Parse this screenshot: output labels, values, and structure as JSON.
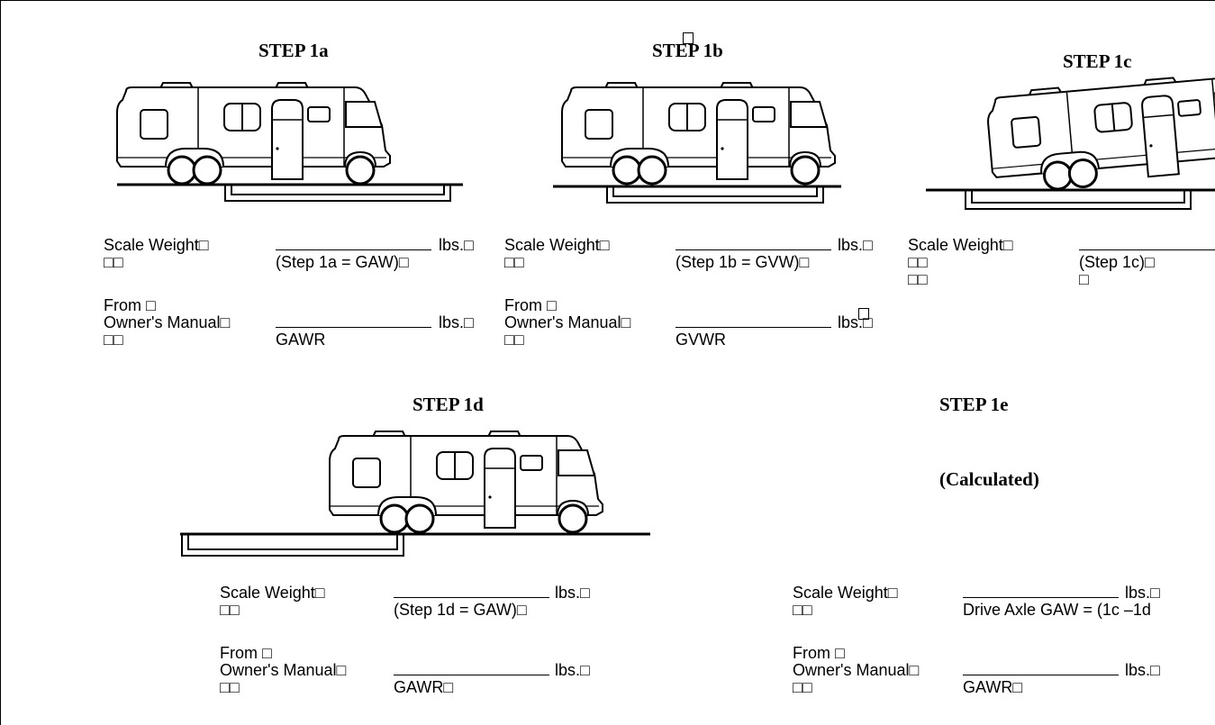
{
  "steps": {
    "s1a": {
      "title": "STEP 1a",
      "row1_label": "Scale Weight□",
      "row1_unit": "lbs.□",
      "row1_marks": "□□",
      "row1_note": "(Step 1a = GAW)□",
      "from_label": "From □",
      "manual_label": "Owner's Manual□",
      "row2_unit": "lbs.□",
      "row2_marks": "□□",
      "row2_note": "GAWR"
    },
    "s1b": {
      "title": "STEP 1b",
      "row1_label": "Scale Weight□",
      "row1_unit": "lbs.□",
      "row1_marks": "□□",
      "row1_note": "(Step 1b = GVW)□",
      "from_label": "From □",
      "manual_label": "Owner's Manual□",
      "row2_unit": "lbs.□",
      "row2_marks": "□□",
      "row2_note": "GVWR"
    },
    "s1c": {
      "title": "STEP 1c",
      "row1_label": "Scale Weight□",
      "row1_marks": "□□",
      "row1_note": "(Step 1c)□",
      "extra_marks": "□□",
      "extra_note": "□"
    },
    "s1d": {
      "title": "STEP 1d",
      "row1_label": "Scale Weight□",
      "row1_unit": "lbs.□",
      "row1_marks": "□□",
      "row1_note": "(Step 1d = GAW)□",
      "from_label": "From □",
      "manual_label": "Owner's Manual□",
      "row2_unit": "lbs.□",
      "row2_marks": "□□",
      "row2_note": "GAWR□"
    },
    "s1e": {
      "title": "STEP 1e",
      "subtitle": "(Calculated)",
      "row1_label": "Scale Weight□",
      "row1_unit": "lbs.□",
      "row1_marks": "□□",
      "row1_note": "Drive Axle GAW = (1c –1d",
      "from_label": "From □",
      "manual_label": "Owner's Manual□",
      "row2_unit": "lbs.□",
      "row2_marks": "□□",
      "row2_note": "GAWR□"
    }
  }
}
